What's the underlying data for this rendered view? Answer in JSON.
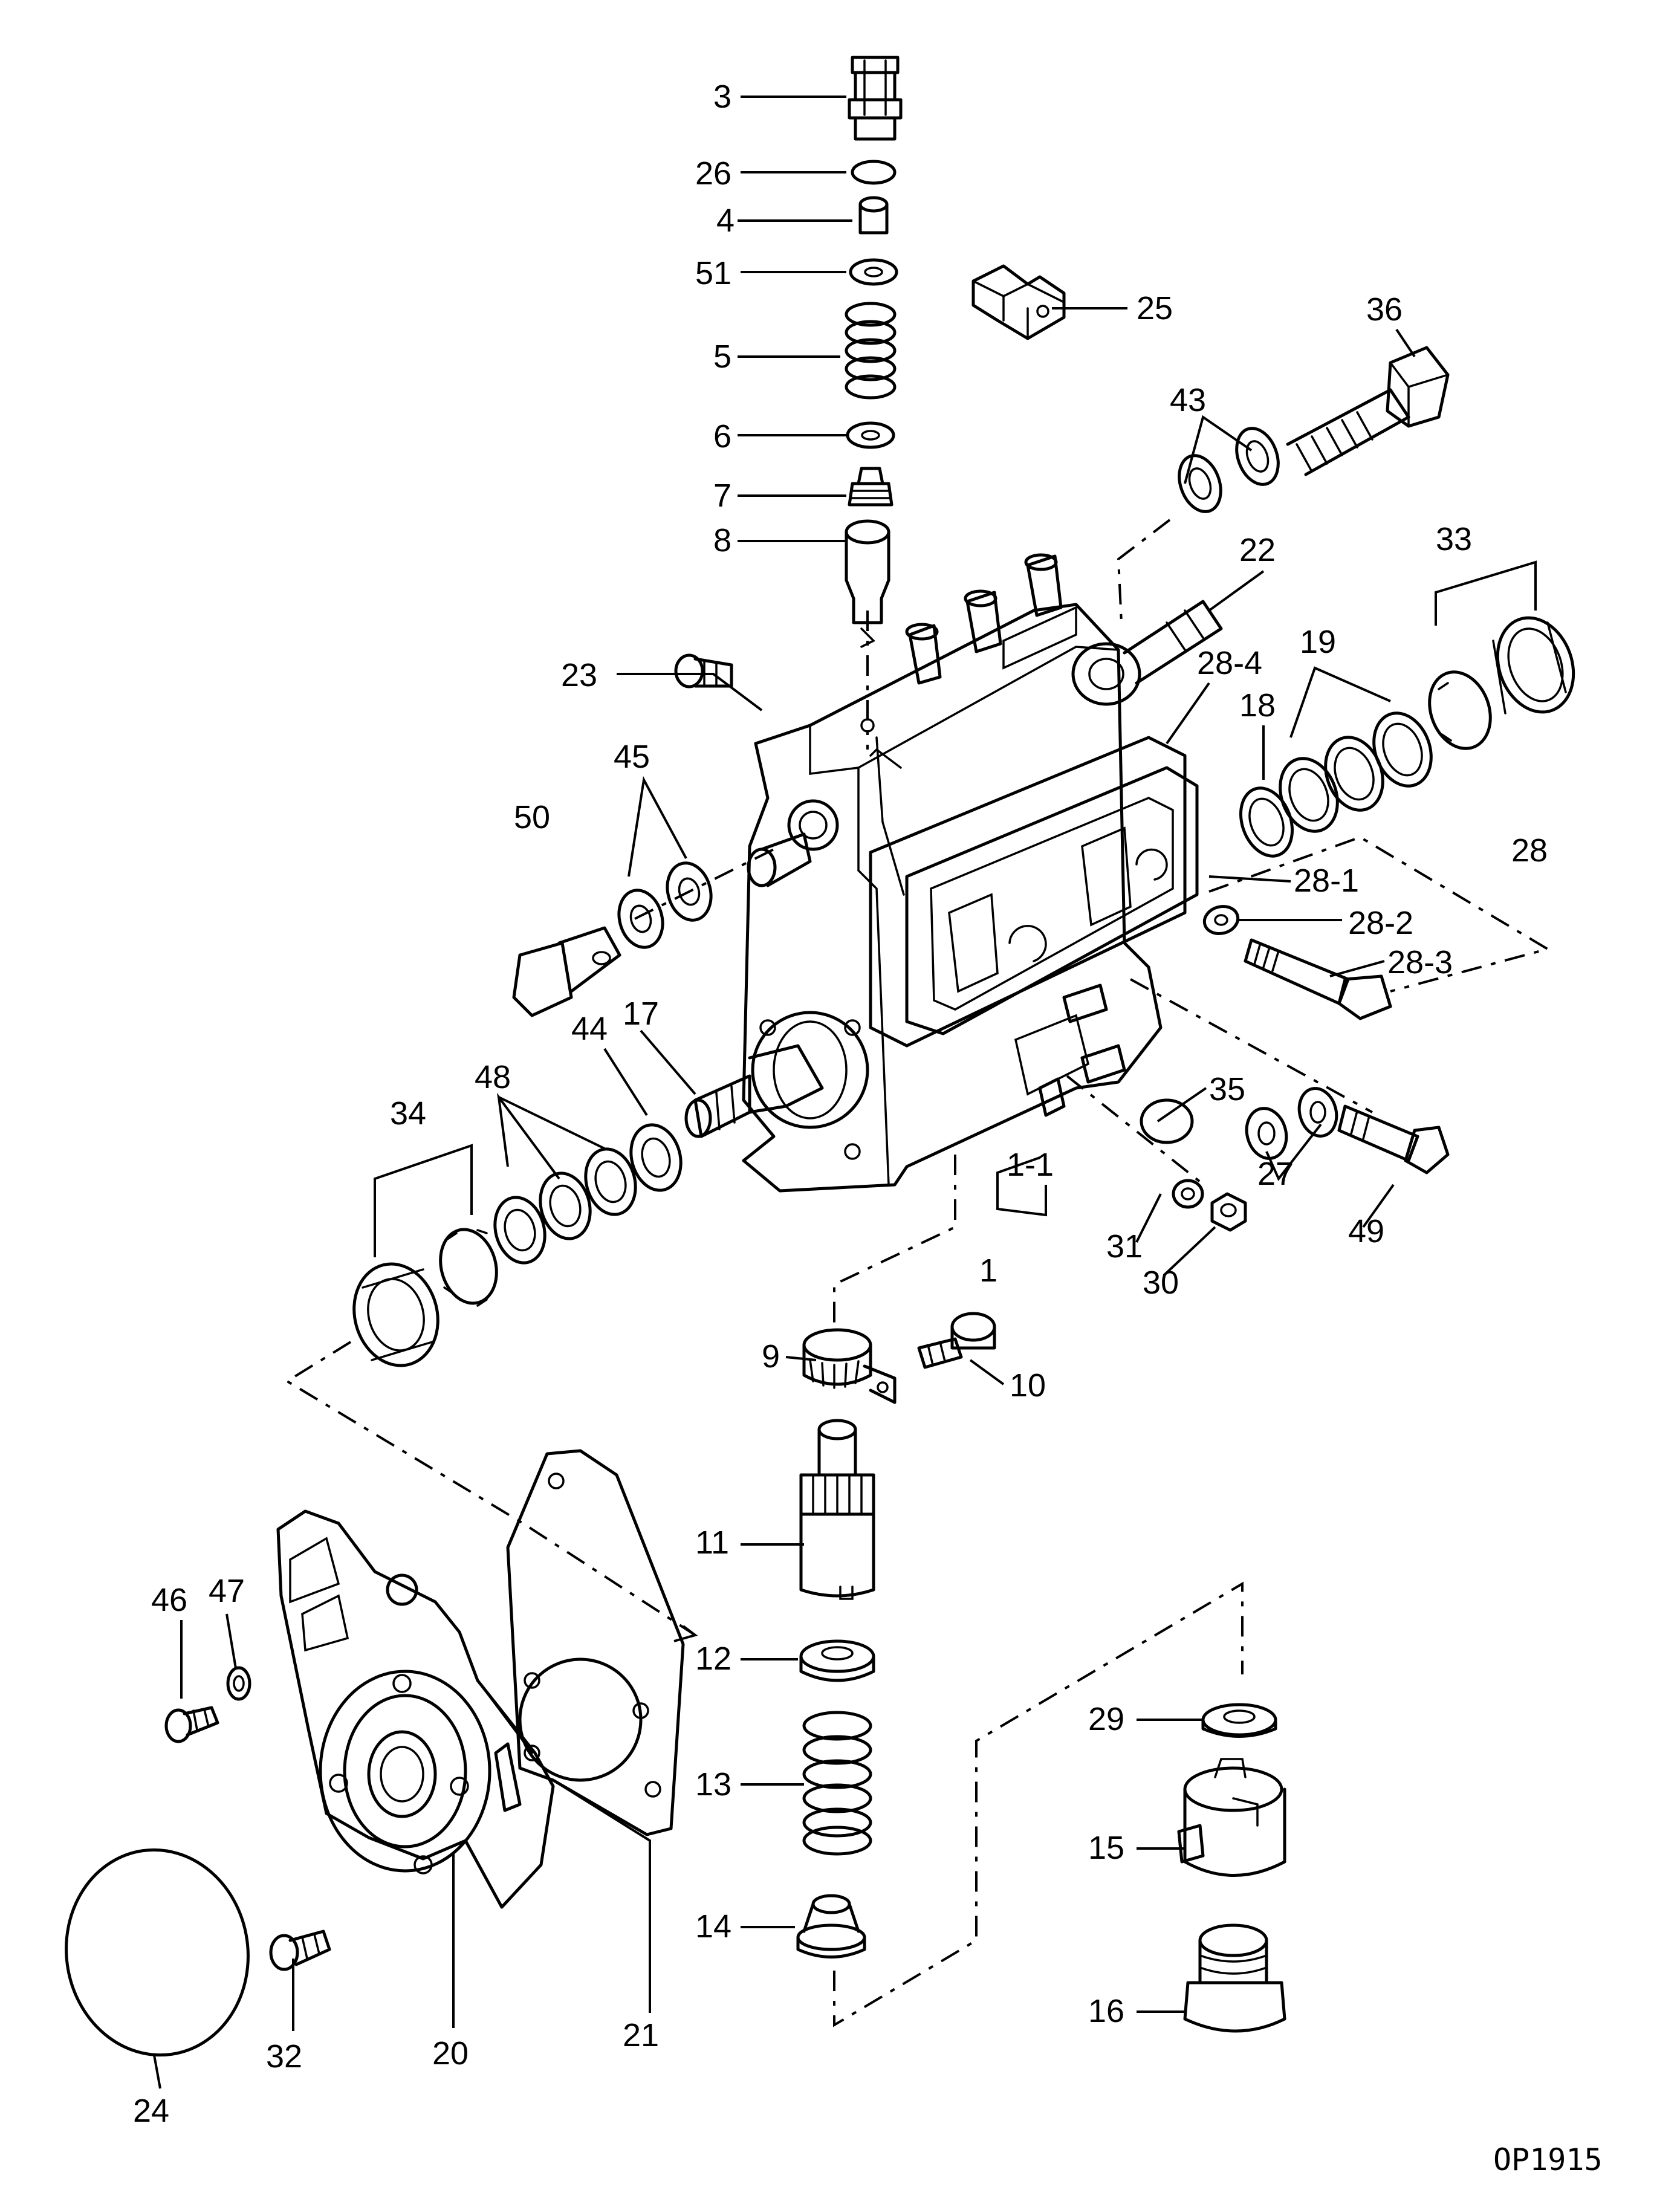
{
  "diagram": {
    "drawing_code": "OP1915",
    "labels": {
      "l3": "3",
      "l26": "26",
      "l4": "4",
      "l51": "51",
      "l5": "5",
      "l6": "6",
      "l7": "7",
      "l8": "8",
      "l25": "25",
      "l36": "36",
      "l43": "43",
      "l22": "22",
      "l33": "33",
      "l23": "23",
      "l28_4": "28-4",
      "l19": "19",
      "l18": "18",
      "l45": "45",
      "l50": "50",
      "l28": "28",
      "l28_1": "28-1",
      "l28_2": "28-2",
      "l28_3": "28-3",
      "l44": "44",
      "l17": "17",
      "l48": "48",
      "l34": "34",
      "l35": "35",
      "l27": "27",
      "l1_1": "1-1",
      "l31": "31",
      "l30": "30",
      "l49": "49",
      "l1": "1",
      "l9": "9",
      "l10": "10",
      "l11": "11",
      "l46": "46",
      "l47": "47",
      "l12": "12",
      "l29": "29",
      "l13": "13",
      "l15": "15",
      "l14": "14",
      "l16": "16",
      "l21": "21",
      "l32": "32",
      "l20": "20",
      "l24": "24"
    }
  }
}
